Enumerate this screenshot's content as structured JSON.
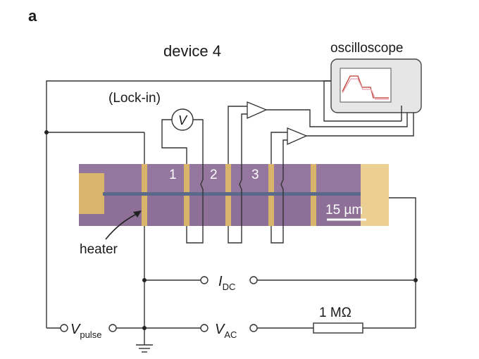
{
  "panel_label": "a",
  "title": "device 4",
  "instruments": {
    "oscilloscope": "oscilloscope",
    "lockin": "(Lock-in)",
    "voltmeter": "V"
  },
  "device": {
    "contacts": [
      "1",
      "2",
      "3"
    ],
    "scale_bar": "15 µm",
    "heater": "heater"
  },
  "sources": {
    "idc_symbol": "I",
    "idc_sub": "DC",
    "vac_symbol": "V",
    "vac_sub": "AC",
    "vpulse_symbol": "V",
    "vpulse_sub": "pulse"
  },
  "resistor": "1 MΩ",
  "colors": {
    "chip": "#8e6f97",
    "chip_band_light": "#9a7ca4",
    "gold": "#d9b46a",
    "gold_light": "#ebcf93",
    "channel": "#5a6a8a",
    "scope_body": "#e6e6e6",
    "scope_screen": "#ffffff",
    "trace_red": "#c0392b",
    "trace_pink": "#e6a0b0",
    "wire": "#333333"
  }
}
